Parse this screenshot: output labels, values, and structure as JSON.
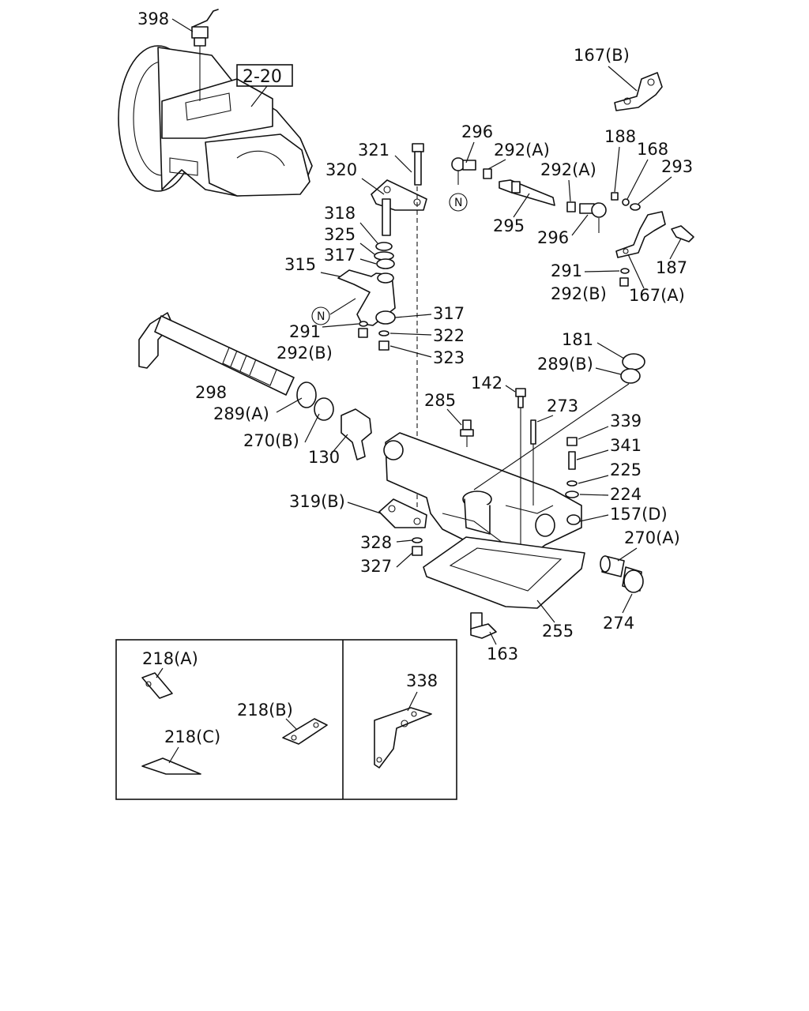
{
  "reference_box": "2-20",
  "marker_N": "N",
  "labels": {
    "p398": "398",
    "p167B": "167(B)",
    "p296a": "296",
    "p292A_1": "292(A)",
    "p321": "321",
    "p320": "320",
    "p188": "188",
    "p168": "168",
    "p292A_2": "292(A)",
    "p293": "293",
    "p318": "318",
    "p325": "325",
    "p295": "295",
    "p296b": "296",
    "p317a": "317",
    "p315": "315",
    "p187": "187",
    "p291a": "291",
    "p167A": "167(A)",
    "p292B_1": "292(B)",
    "p317b": "317",
    "p291b": "291",
    "p322": "322",
    "p292B_2": "292(B)",
    "p323": "323",
    "p181": "181",
    "p289B": "289(B)",
    "p142": "142",
    "p298": "298",
    "p285": "285",
    "p273": "273",
    "p289A": "289(A)",
    "p339": "339",
    "p270B": "270(B)",
    "p341": "341",
    "p130": "130",
    "p225": "225",
    "p224": "224",
    "p319B": "319(B)",
    "p157D": "157(D)",
    "p270A": "270(A)",
    "p328": "328",
    "p327": "327",
    "p274": "274",
    "p255": "255",
    "p163": "163",
    "p218A": "218(A)",
    "p338": "338",
    "p218B": "218(B)",
    "p218C": "218(C)"
  }
}
